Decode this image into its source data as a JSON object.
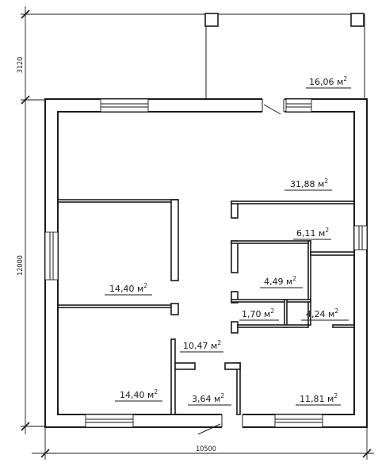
{
  "dimensions": {
    "top_extension": "3120",
    "house_depth": "12000",
    "house_width": "10500"
  },
  "rooms": [
    {
      "id": "terrace",
      "value": "16,06",
      "unit": "м",
      "exp": "2"
    },
    {
      "id": "living",
      "value": "31,88",
      "unit": "м",
      "exp": "2"
    },
    {
      "id": "utility",
      "value": "6,11",
      "unit": "м",
      "exp": "2"
    },
    {
      "id": "bedroom-1",
      "value": "14,40",
      "unit": "м",
      "exp": "2"
    },
    {
      "id": "bathroom",
      "value": "4,49",
      "unit": "м",
      "exp": "2"
    },
    {
      "id": "wc",
      "value": "1,70",
      "unit": "м",
      "exp": "2"
    },
    {
      "id": "closet",
      "value": "4,24",
      "unit": "м",
      "exp": "2"
    },
    {
      "id": "hall",
      "value": "10,47",
      "unit": "м",
      "exp": "2"
    },
    {
      "id": "bedroom-2",
      "value": "14,40",
      "unit": "м",
      "exp": "2"
    },
    {
      "id": "vestibule",
      "value": "3,64",
      "unit": "м",
      "exp": "2"
    },
    {
      "id": "kitchen",
      "value": "11,81",
      "unit": "м",
      "exp": "2"
    }
  ]
}
